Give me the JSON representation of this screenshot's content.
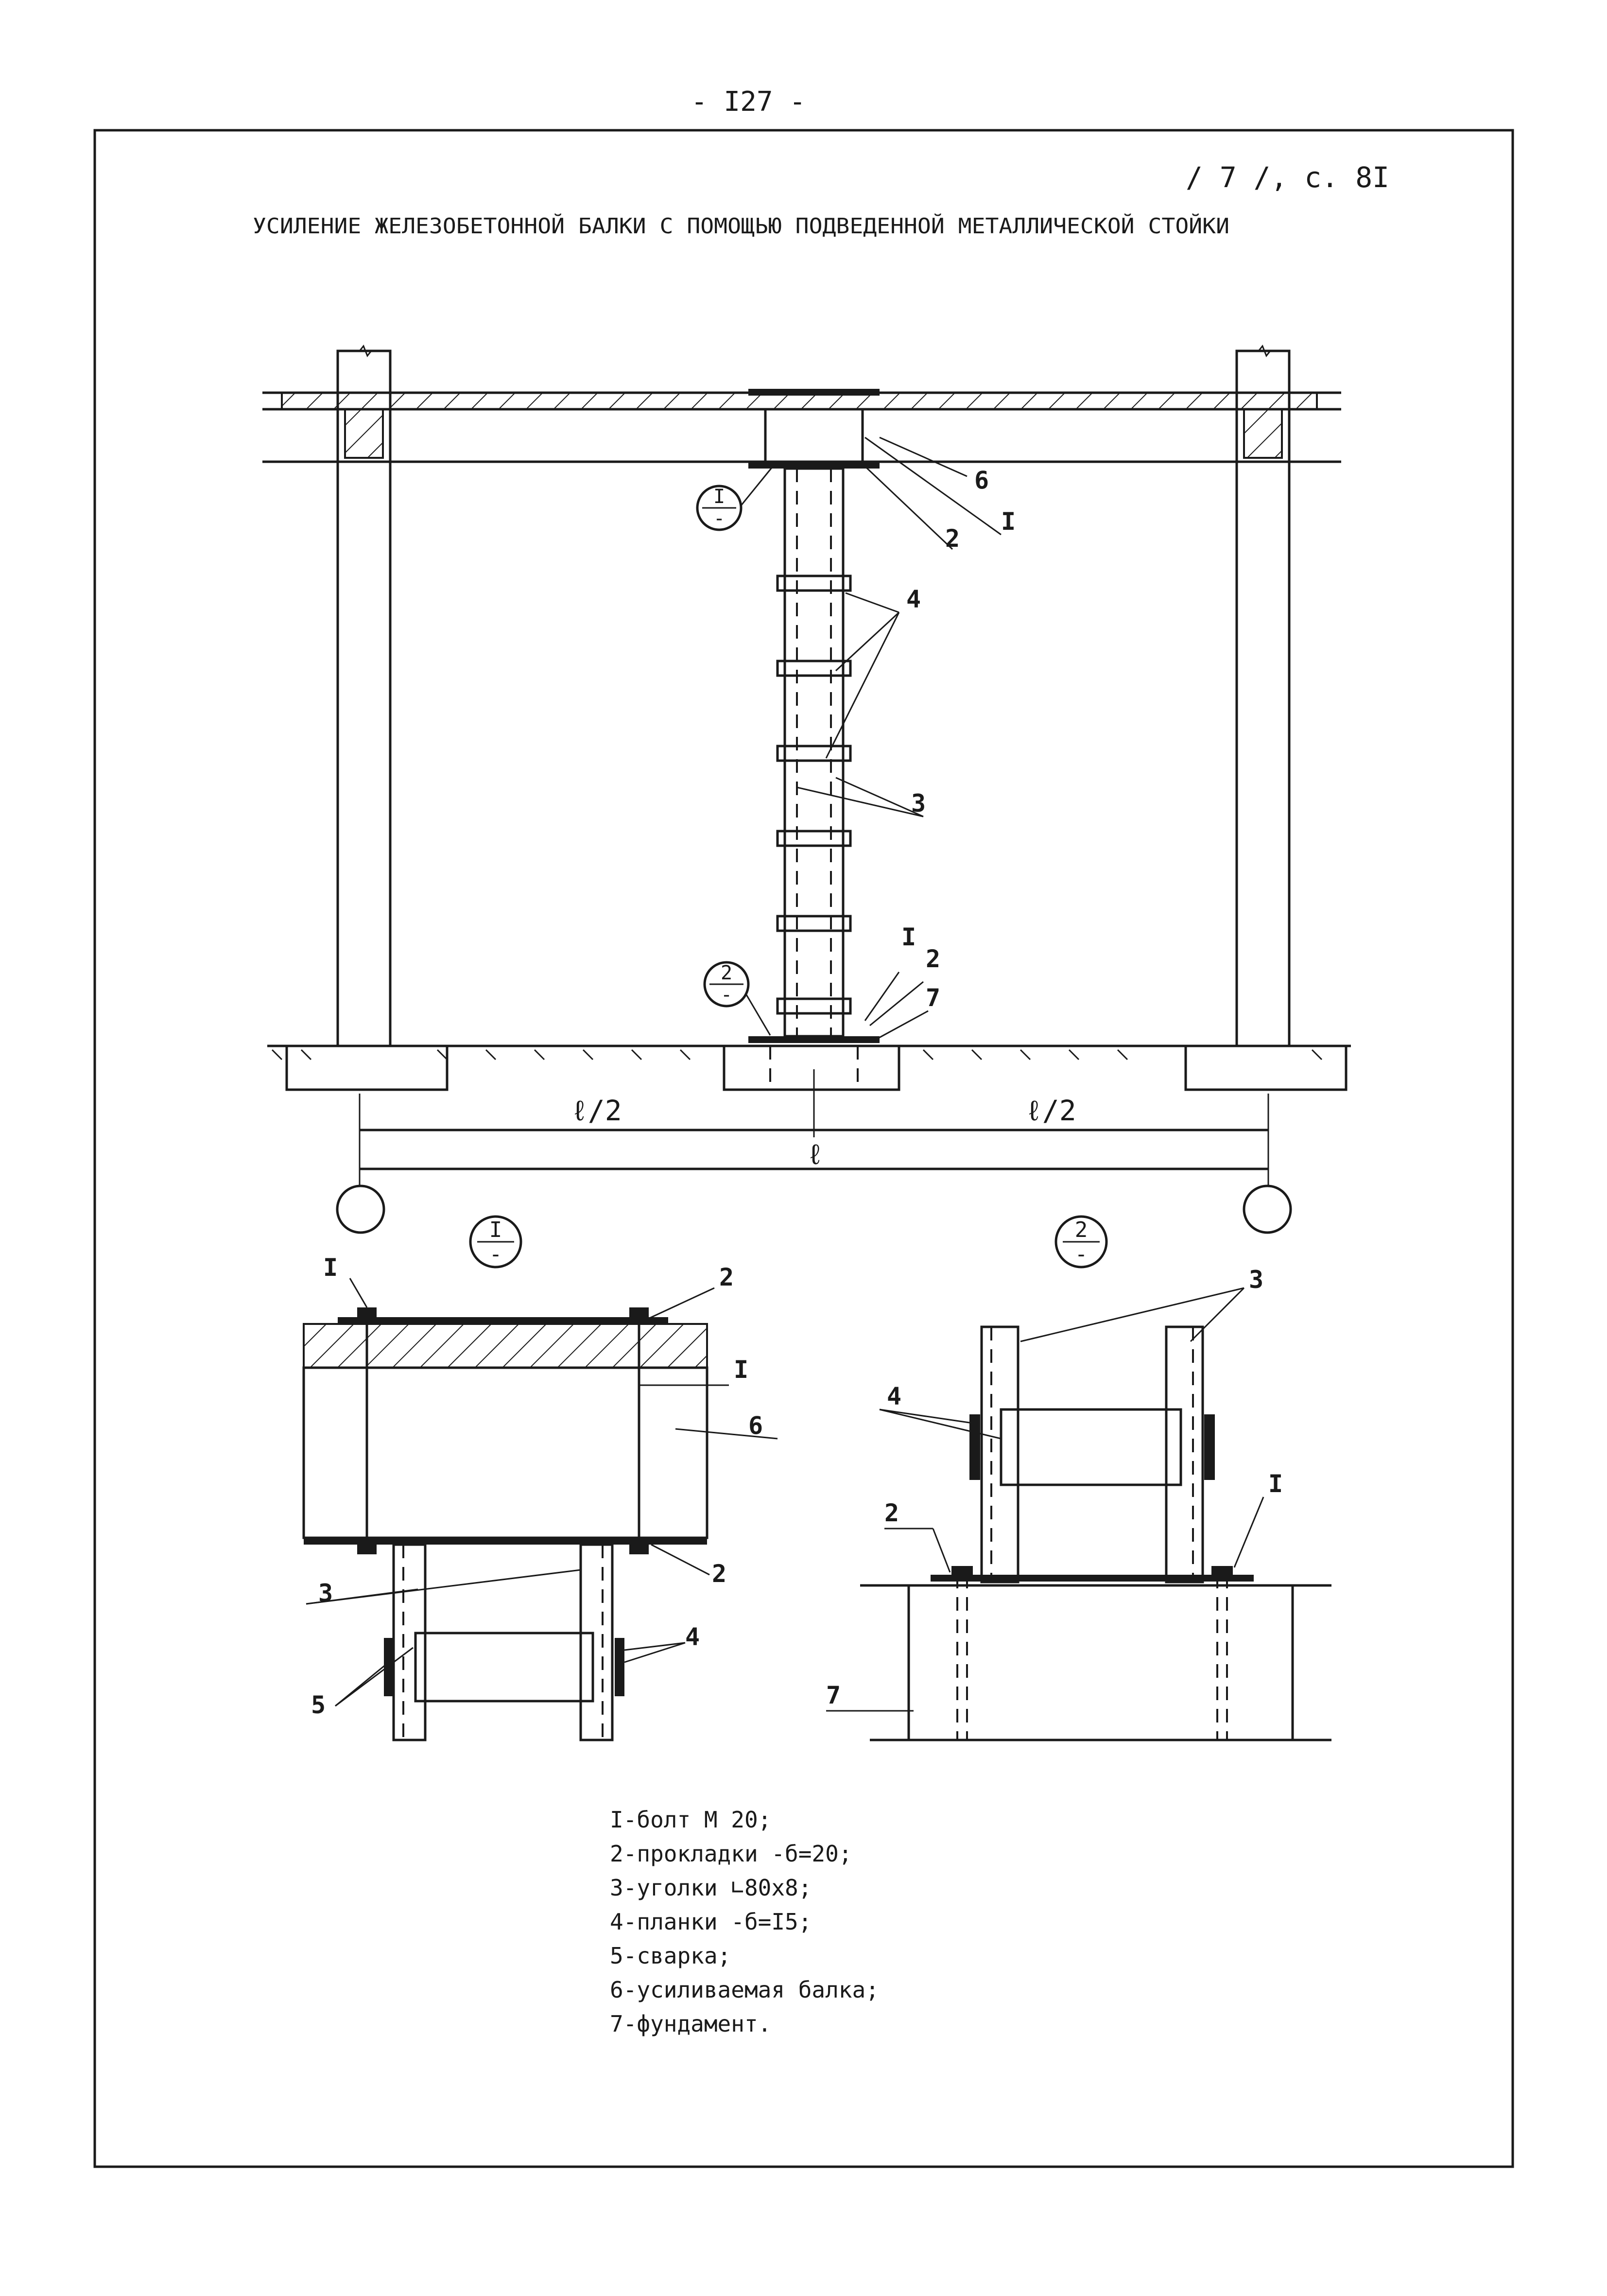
{
  "page": {
    "number": "- I27 -",
    "reference": "/ 7 /, с. 8I",
    "title": "УСИЛЕНИЕ ЖЕЛЕЗОБЕТОННОЙ БАЛКИ С ПОМОЩЬЮ ПОДВЕДЕННОЙ МЕТАЛЛИЧЕСКОЙ СТОЙКИ"
  },
  "main_view": {
    "labels": [
      "6",
      "I",
      "2",
      "4",
      "3",
      "I",
      "2",
      "7"
    ],
    "bubble_top": {
      "num": "I",
      "den": "-"
    },
    "bubble_bottom": {
      "num": "2",
      "den": "-"
    },
    "dim_half": "ℓ/2",
    "dim_full": "ℓ"
  },
  "detail_1": {
    "bubble": {
      "num": "I",
      "den": "-"
    },
    "labels": [
      "I",
      "2",
      "I",
      "6",
      "2",
      "3",
      "4",
      "5"
    ]
  },
  "detail_2": {
    "bubble": {
      "num": "2",
      "den": "-"
    },
    "labels": [
      "3",
      "4",
      "2",
      "I",
      "7"
    ]
  },
  "legend": [
    "I-болт М 20;",
    "2-прокладки -б=20;",
    "3-уголки ∟80х8;",
    "4-планки -б=I5;",
    "5-сварка;",
    "6-усиливаемая балка;",
    "7-фундамент."
  ]
}
